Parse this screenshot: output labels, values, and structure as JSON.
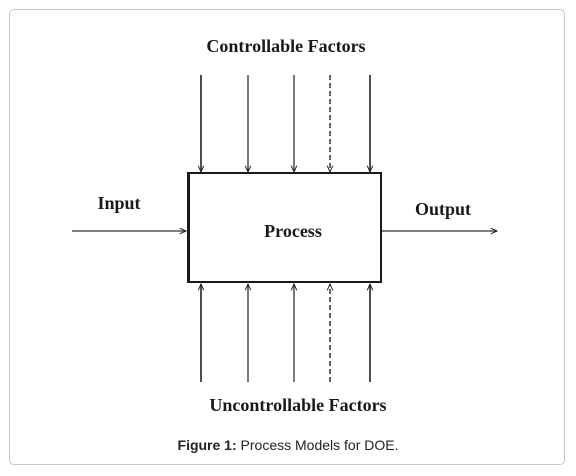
{
  "diagram": {
    "top_label": "Controllable Factors",
    "bottom_label": "Uncontrollable Factors",
    "input_label": "Input",
    "output_label": "Output",
    "process_label": "Process"
  },
  "caption": {
    "prefix": "Figure 1:",
    "text": " Process Models for DOE."
  }
}
